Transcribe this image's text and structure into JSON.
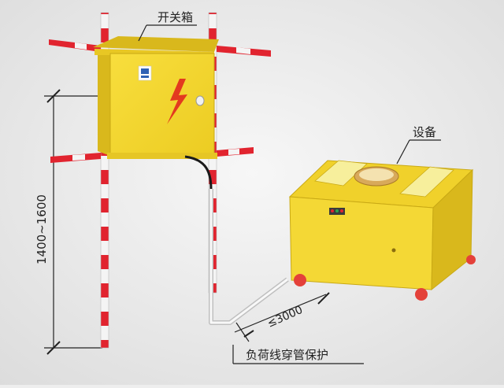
{
  "diagram": {
    "labels": {
      "switch_box": "开关箱",
      "equipment": "设备",
      "height_dim": "1400~1600",
      "distance_dim": "≤3000",
      "cable_note": "负荷线穿管保护"
    },
    "colors": {
      "background": "#eeeeee",
      "yellow_box": "#f5d732",
      "yellow_dark": "#d9b81c",
      "red_stripe": "#e1242f",
      "pole_white": "#f4f4f4",
      "logo_blue": "#2f62b5",
      "bolt_red": "#e33a1f",
      "wheel_red": "#e4413a"
    },
    "icons": [
      "lightning-bolt-icon",
      "company-logo-icon"
    ]
  }
}
